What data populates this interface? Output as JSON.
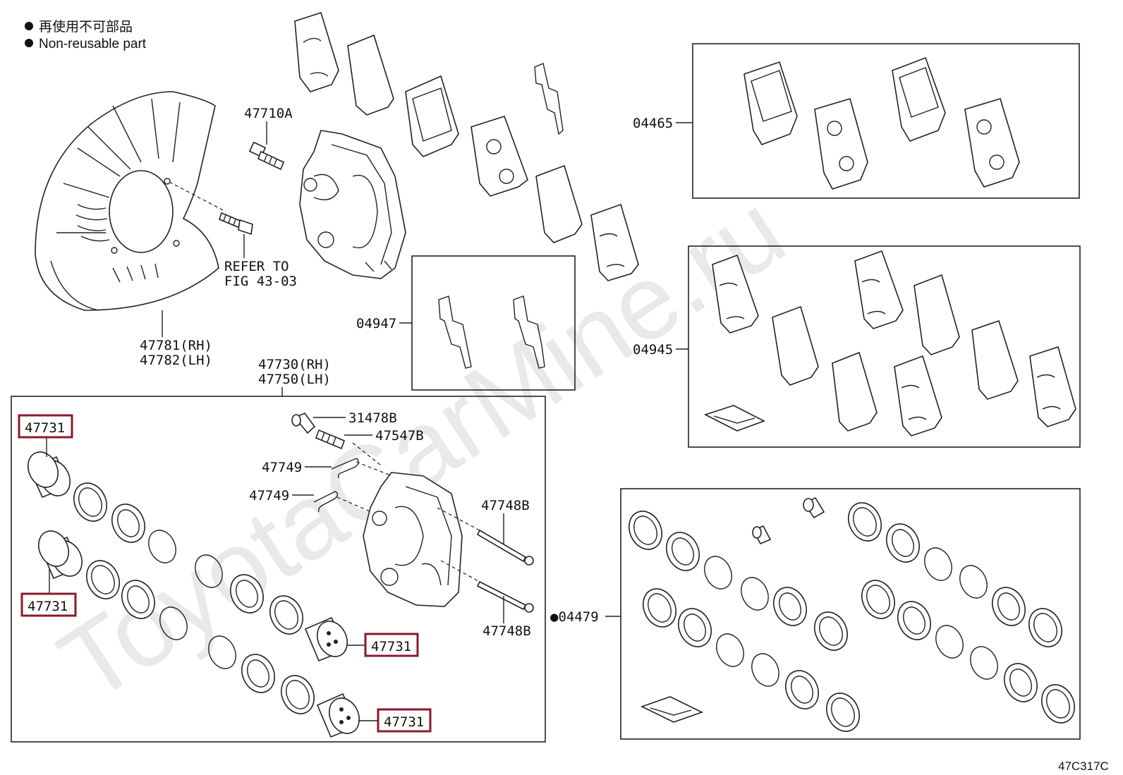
{
  "legend": {
    "jp": "再使用不可部品",
    "en": "Non-reusable part"
  },
  "watermark": "ToyotaCarMine.ru",
  "figure_code": "47C317C",
  "labels": {
    "bolt_47710A": "47710A",
    "refer_1": "REFER TO",
    "refer_2": "FIG 43-03",
    "shield_rh": "47781(RH)",
    "shield_lh": "47782(LH)",
    "caliper_rh": "47730(RH)",
    "caliper_lh": "47750(LH)",
    "pad_kit_04465": "04465",
    "clip_kit_04947": "04947",
    "shim_kit_04945": "04945",
    "seal_kit_04479": "●04479",
    "cap_31478B": "31478B",
    "bleeder_47547B": "47547B",
    "clip_47749_a": "47749",
    "clip_47749_b": "47749",
    "pin_47748B_a": "47748B",
    "pin_47748B_b": "47748B",
    "piston_a": "47731",
    "piston_b": "47731",
    "piston_c": "47731",
    "piston_d": "47731"
  },
  "colors": {
    "highlight": "#8b1a2b",
    "line": "#222222",
    "watermark": "#e9e9e9"
  }
}
